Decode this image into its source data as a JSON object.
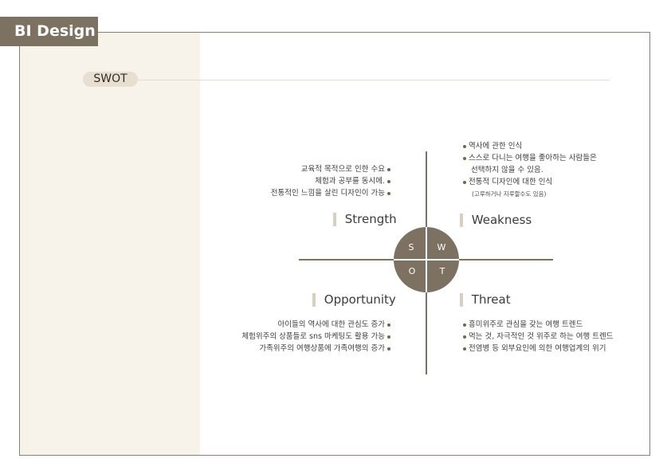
{
  "header": {
    "tag": "BI Design"
  },
  "section": {
    "title": "SWOT"
  },
  "matrix": {
    "letters": {
      "s": "S",
      "w": "W",
      "o": "O",
      "t": "T"
    },
    "strength": {
      "title": "Strength",
      "items": [
        "교육적 목적으로 인한 수요",
        "체험과 공부를 동시에.",
        "전통적인 느낌을 살린 디자인이 가능"
      ]
    },
    "weakness": {
      "title": "Weakness",
      "items": [
        "역사에 관한 인식",
        "스스로 다니는 여행을 좋아하는 사람들은",
        "선택하지 않을 수 있음.",
        "전통적 디자인에 대한 인식"
      ],
      "note": "(고루하거나 지루할수도 있음)"
    },
    "opportunity": {
      "title": "Opportunity",
      "items": [
        "아이들의 역사에 대한 관심도 증가",
        "체험위주의 상품들로 sns 마케팅도 활용 가능",
        "가족위주의 여행상품에 가족여행의 증가"
      ]
    },
    "threat": {
      "title": "Threat",
      "items": [
        "흥미위주로 관심을 갖는 여행 트렌드",
        "먹는 것, 자극적인 것 위주로 하는 여행 트렌드",
        "전염병 등 외부요인에 의한 여행업계의 위기"
      ]
    }
  },
  "colors": {
    "brand": "#7d7262",
    "panel": "#f7f2ea",
    "accent": "#d9cfbe"
  }
}
